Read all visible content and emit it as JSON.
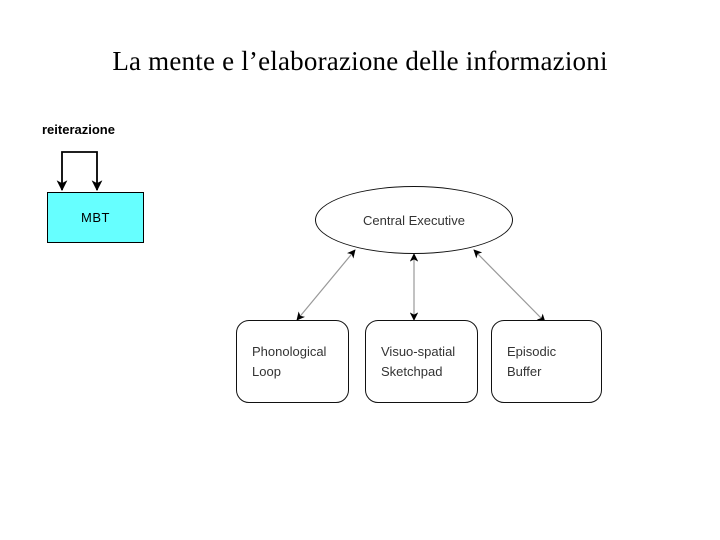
{
  "slide": {
    "title": "La mente e l’elaborazione delle informazioni",
    "background_color": "#ffffff"
  },
  "left_diagram": {
    "loop_label": "reiterazione",
    "memory_store": {
      "label": "MBT",
      "fill_color": "#66FFFF",
      "border_color": "#000000"
    },
    "loop_arrow_name": "rehearsal-loop-arrow"
  },
  "working_memory_model": {
    "central_node": {
      "label": "Central Executive",
      "shape": "ellipse"
    },
    "components": [
      {
        "name": "phonological-loop",
        "line1": "Phonological",
        "line2": "Loop"
      },
      {
        "name": "visuospatial-sketchpad",
        "line1": "Visuo-spatial",
        "line2": "Sketchpad"
      },
      {
        "name": "episodic-buffer",
        "line1": "Episodic",
        "line2": "Buffer"
      }
    ],
    "connector_style": "double-headed-arrow",
    "connector_color": "#999999",
    "arrowhead_color": "#000000"
  }
}
